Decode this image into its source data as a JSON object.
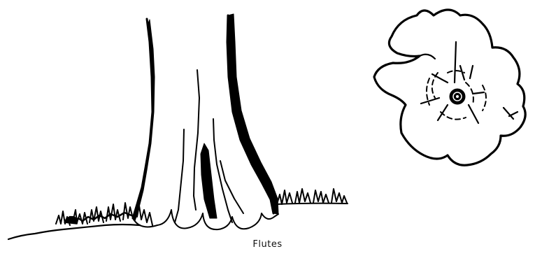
{
  "caption": "Flutes",
  "colors": {
    "ink": "#000000",
    "background": "#ffffff"
  },
  "figures": [
    {
      "name": "fluted-tree-trunk",
      "icon": "tree-trunk-icon"
    },
    {
      "name": "trunk-cross-section",
      "icon": "cross-section-icon"
    }
  ]
}
